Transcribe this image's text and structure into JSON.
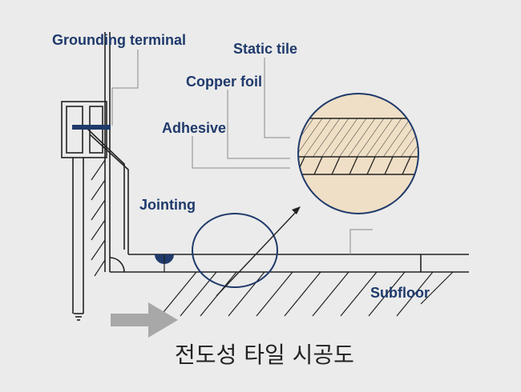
{
  "labels": {
    "grounding_terminal": "Grounding terminal",
    "static_tile": "Static tile",
    "copper_foil": "Copper foil",
    "adhesive": "Adhesive",
    "jointing": "Jointing",
    "subfloor": "Subfloor"
  },
  "caption": "전도성 타일 시공도",
  "colors": {
    "background": "#ebebeb",
    "line": "#222222",
    "label": "#1f3a6b",
    "terminal": "#1f3a6b",
    "magnifier_fill": "#efdfc6",
    "leader": "#8a8a8a",
    "arrow": "#a8a8a8"
  }
}
